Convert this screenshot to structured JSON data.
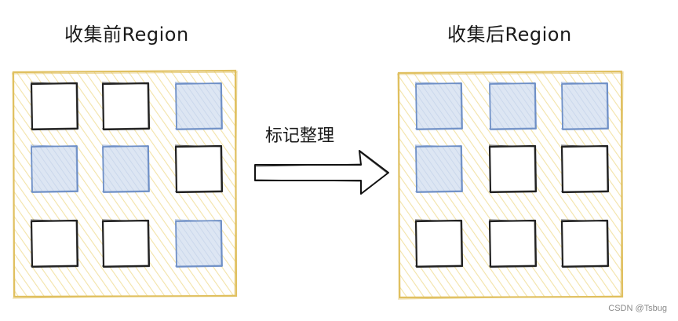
{
  "titles": {
    "before": "收集前Region",
    "after": "收集后Region"
  },
  "arrow": {
    "label": "标记整理"
  },
  "watermark": "CSDN @Tsbug",
  "colors": {
    "region_border": "#e0c060",
    "region_hatch": "#f3e3a8",
    "live_object_fill": "#ffffff",
    "live_object_stroke": "#222222",
    "garbage_object_fill": "#dde6f3",
    "garbage_object_stroke": "#6e8fc6"
  },
  "regions": {
    "before": {
      "grid": [
        [
          "live",
          "live",
          "garbage"
        ],
        [
          "garbage",
          "garbage",
          "live"
        ],
        [
          "live",
          "live",
          "garbage"
        ]
      ]
    },
    "after": {
      "grid": [
        [
          "garbage",
          "garbage",
          "garbage"
        ],
        [
          "garbage",
          "live",
          "live"
        ],
        [
          "live",
          "live",
          "live"
        ]
      ]
    }
  }
}
